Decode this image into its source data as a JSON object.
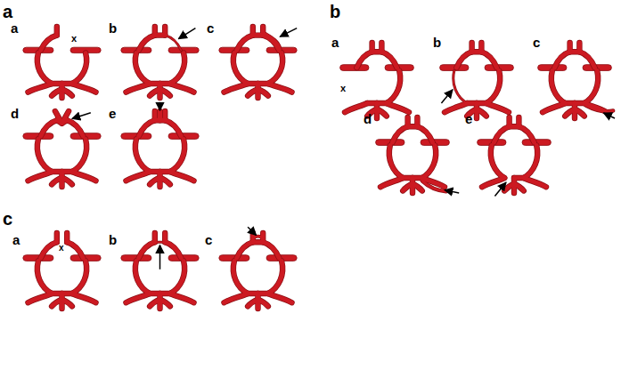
{
  "diagram": {
    "labels": [
      "a",
      "a",
      "x",
      "b",
      "c",
      "d",
      "e",
      "b",
      "a",
      "x",
      "b",
      "c",
      "d",
      "e",
      "c",
      "a",
      "x",
      "b",
      "c"
    ]
  }
}
